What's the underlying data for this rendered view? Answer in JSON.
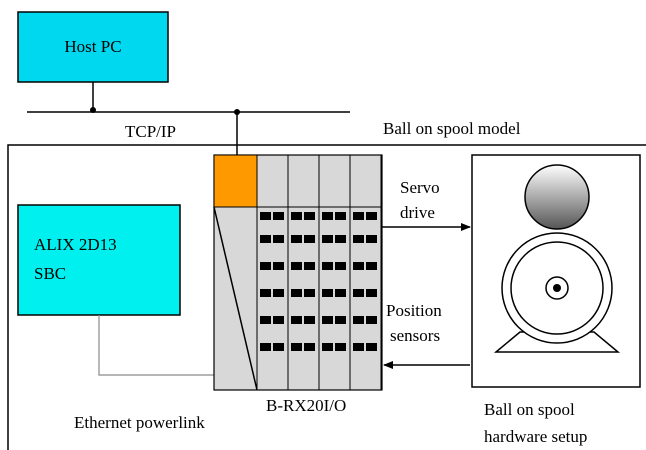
{
  "host_pc": {
    "label": "Host PC",
    "fill": "#00d8f0"
  },
  "network": {
    "label": "TCP/IP"
  },
  "model": {
    "label": "Ball on spool model"
  },
  "sbc": {
    "line1": "ALIX 2D13",
    "line2": "SBC",
    "fill": "#00f0f0"
  },
  "io_module": {
    "label": "B-RX20I/O",
    "accent": "#ff9900",
    "slot_fill": "#d8d8d8"
  },
  "servo": {
    "line1": "Servo",
    "line2": "drive"
  },
  "sensors": {
    "line1": "Position",
    "line2": "sensors"
  },
  "powerlink": {
    "label": "Ethernet powerlink"
  },
  "hardware": {
    "line1": "Ball on spool",
    "line2": "hardware setup"
  }
}
